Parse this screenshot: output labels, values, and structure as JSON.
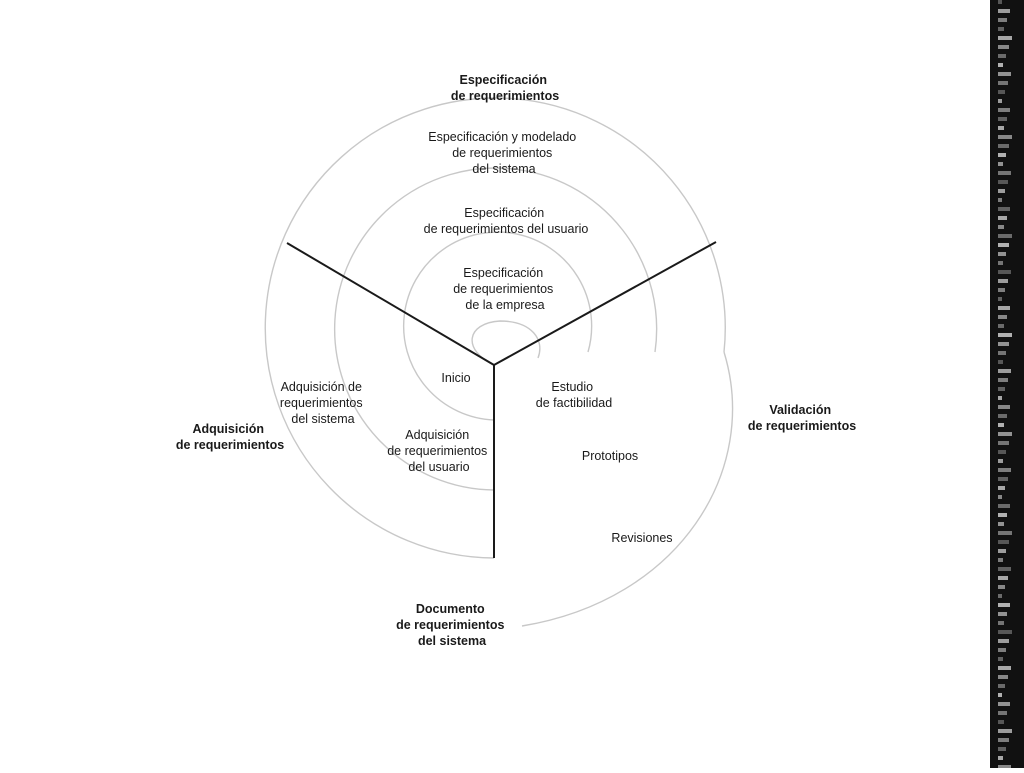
{
  "diagram": {
    "phases": {
      "specification": [
        "Especificación",
        "de requerimientos"
      ],
      "validation": [
        "Validación",
        "de requerimientos"
      ],
      "acquisition": [
        "Adquisición",
        "de requerimientos"
      ],
      "document": [
        "Documento",
        "de requerimientos",
        "del sistema"
      ]
    },
    "activities": {
      "spec_system": [
        "Especificación y modelado",
        "de requerimientos",
        "del sistema"
      ],
      "spec_user": [
        "Especificación",
        "de requerimientos del usuario"
      ],
      "spec_business": [
        "Especificación",
        "de requerimientos",
        "de la empresa"
      ],
      "start": "Inicio",
      "feasibility": [
        "Estudio",
        "de factibilidad"
      ],
      "acq_system": [
        "Adquisición de",
        "requerimientos",
        "del sistema"
      ],
      "acq_user": [
        "Adquisición",
        "de requerimientos",
        "del usuario"
      ],
      "prototypes": "Prototipos",
      "reviews": "Revisiones"
    }
  },
  "colors": {
    "background": "#ffffff",
    "circle_stroke": "#c8c8c8",
    "spoke_stroke": "#1a1a1a",
    "text": "#1a1a1a",
    "edge_dark": "#111111",
    "edge_light": "#d9d9d9"
  }
}
